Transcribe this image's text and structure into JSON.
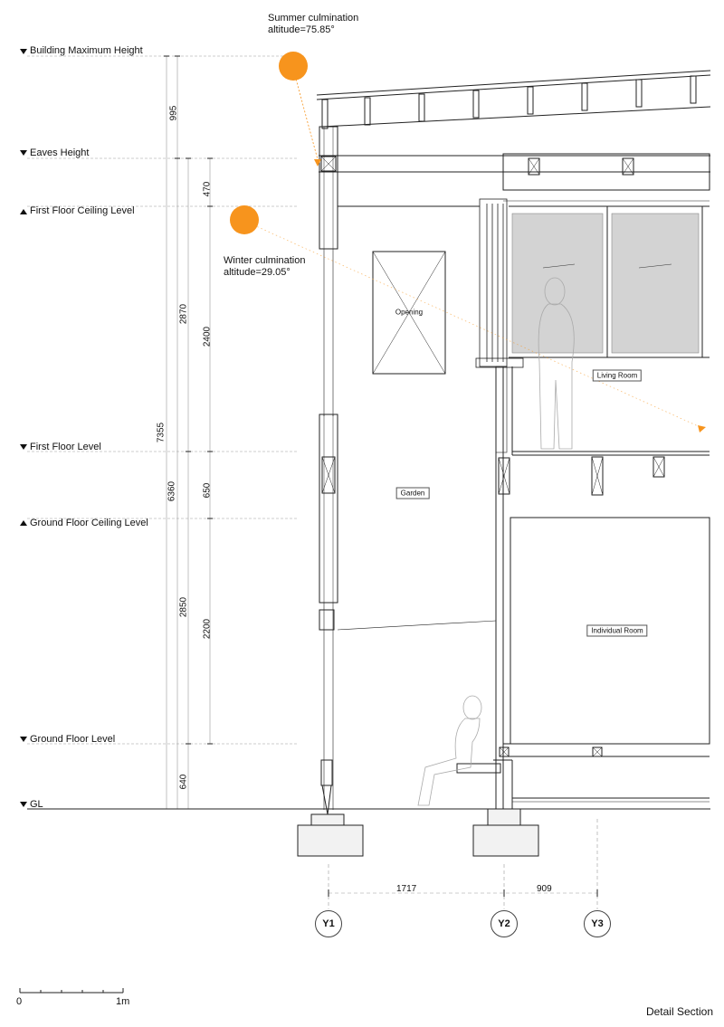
{
  "levels": {
    "building_max_height": "Building Maximum Height",
    "eaves_height": "Eaves Height",
    "first_floor_ceiling": "First Floor Ceiling Level",
    "first_floor": "First Floor Level",
    "ground_floor_ceiling": "Ground Floor Ceiling Level",
    "ground_floor": "Ground Floor Level",
    "gl": "GL"
  },
  "sun": {
    "summer_title": "Summer culmination",
    "summer_altitude": "altitude=75.85°",
    "winter_title": "Winter culmination",
    "winter_altitude": "altitude=29.05°",
    "color": "#f7941d"
  },
  "dimensions": {
    "d995": "995",
    "d470": "470",
    "d2870": "2870",
    "d2400": "2400",
    "d7355": "7355",
    "d6360": "6360",
    "d650": "650",
    "d2850": "2850",
    "d2200": "2200",
    "d640": "640",
    "d1717": "1717",
    "d909": "909"
  },
  "rooms": {
    "opening": "Opening",
    "living_room": "Living Room",
    "garden": "Garden",
    "individual_room": "Individual Room"
  },
  "grid_axes": {
    "y1": "Y1",
    "y2": "Y2",
    "y3": "Y3"
  },
  "scale_bar": {
    "start": "0",
    "end": "1m"
  },
  "caption": "Detail Section"
}
